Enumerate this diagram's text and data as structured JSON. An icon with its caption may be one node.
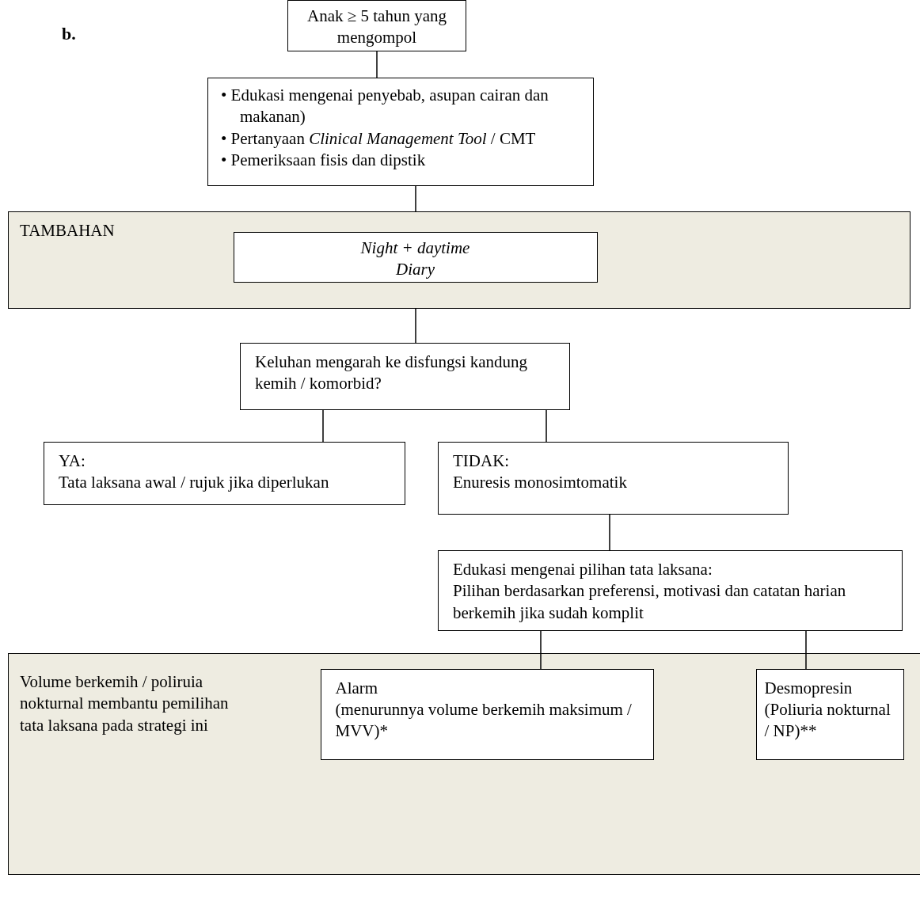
{
  "diagram": {
    "nodes": [
      {
        "text": [
          "Anak ≥ 5 tahun yang mengompol"
        ]
      },
      {
        "text": [
          "• Edukasi mengenai penyebab, asupan cairan dan makanan)",
          "• Pertanyaan *Clinical Management Tool* / CMT",
          "• Pemeriksaan fisis dan dipstik"
        ]
      },
      {
        "text": [
          "TAMBAHAN"
        ]
      },
      {
        "text": [
          "Night + daytime Diary"
        ],
        "in": 2
      },
      {
        "text": [
          "Keluhan mengarah ke disfungsi kandung kemih / komorbid?"
        ]
      },
      {
        "text": [
          "YA:",
          "Tata laksana awal / rujuk jika diperlukan"
        ]
      },
      {
        "text": [
          "TIDAK:",
          "Enuresis monosimtomatik"
        ]
      },
      {
        "text": [
          "Edukasi mengenai pilihan tata laksana:",
          "Pilihan berdasarkan preferensi, motivasi dan catatan harian berkemih jika sudah komplit"
        ]
      },
      {
        "text": [
          "Volume berkemih / poliruia nokturnal membantu pemilihan tata laksana pada strategi ini"
        ]
      },
      {
        "text": [
          "Alarm",
          "(menurunnya volume berkemih maksimum / MVV)*"
        ],
        "in": 8
      },
      {
        "text": [
          "Desmopresin (Poliuria nokturnal / NP)**"
        ],
        "in": 8
      }
    ],
    "edges": [
      {
        "from": 0,
        "to": 1,
        "arrow": "none"
      },
      {
        "from": 1,
        "to": 2,
        "arrow": "none"
      },
      {
        "from": 2,
        "to": 4,
        "arrow": "none"
      },
      {
        "from": 4,
        "to": 5,
        "arrow": "none"
      },
      {
        "from": 4,
        "to": 6,
        "arrow": "none"
      },
      {
        "from": 6,
        "to": 7,
        "arrow": "none"
      },
      {
        "from": 7,
        "to": 9,
        "arrow": "none"
      },
      {
        "from": 7,
        "to": 10,
        "arrow": "none"
      }
    ],
    "labels": [
      "b."
    ]
  }
}
